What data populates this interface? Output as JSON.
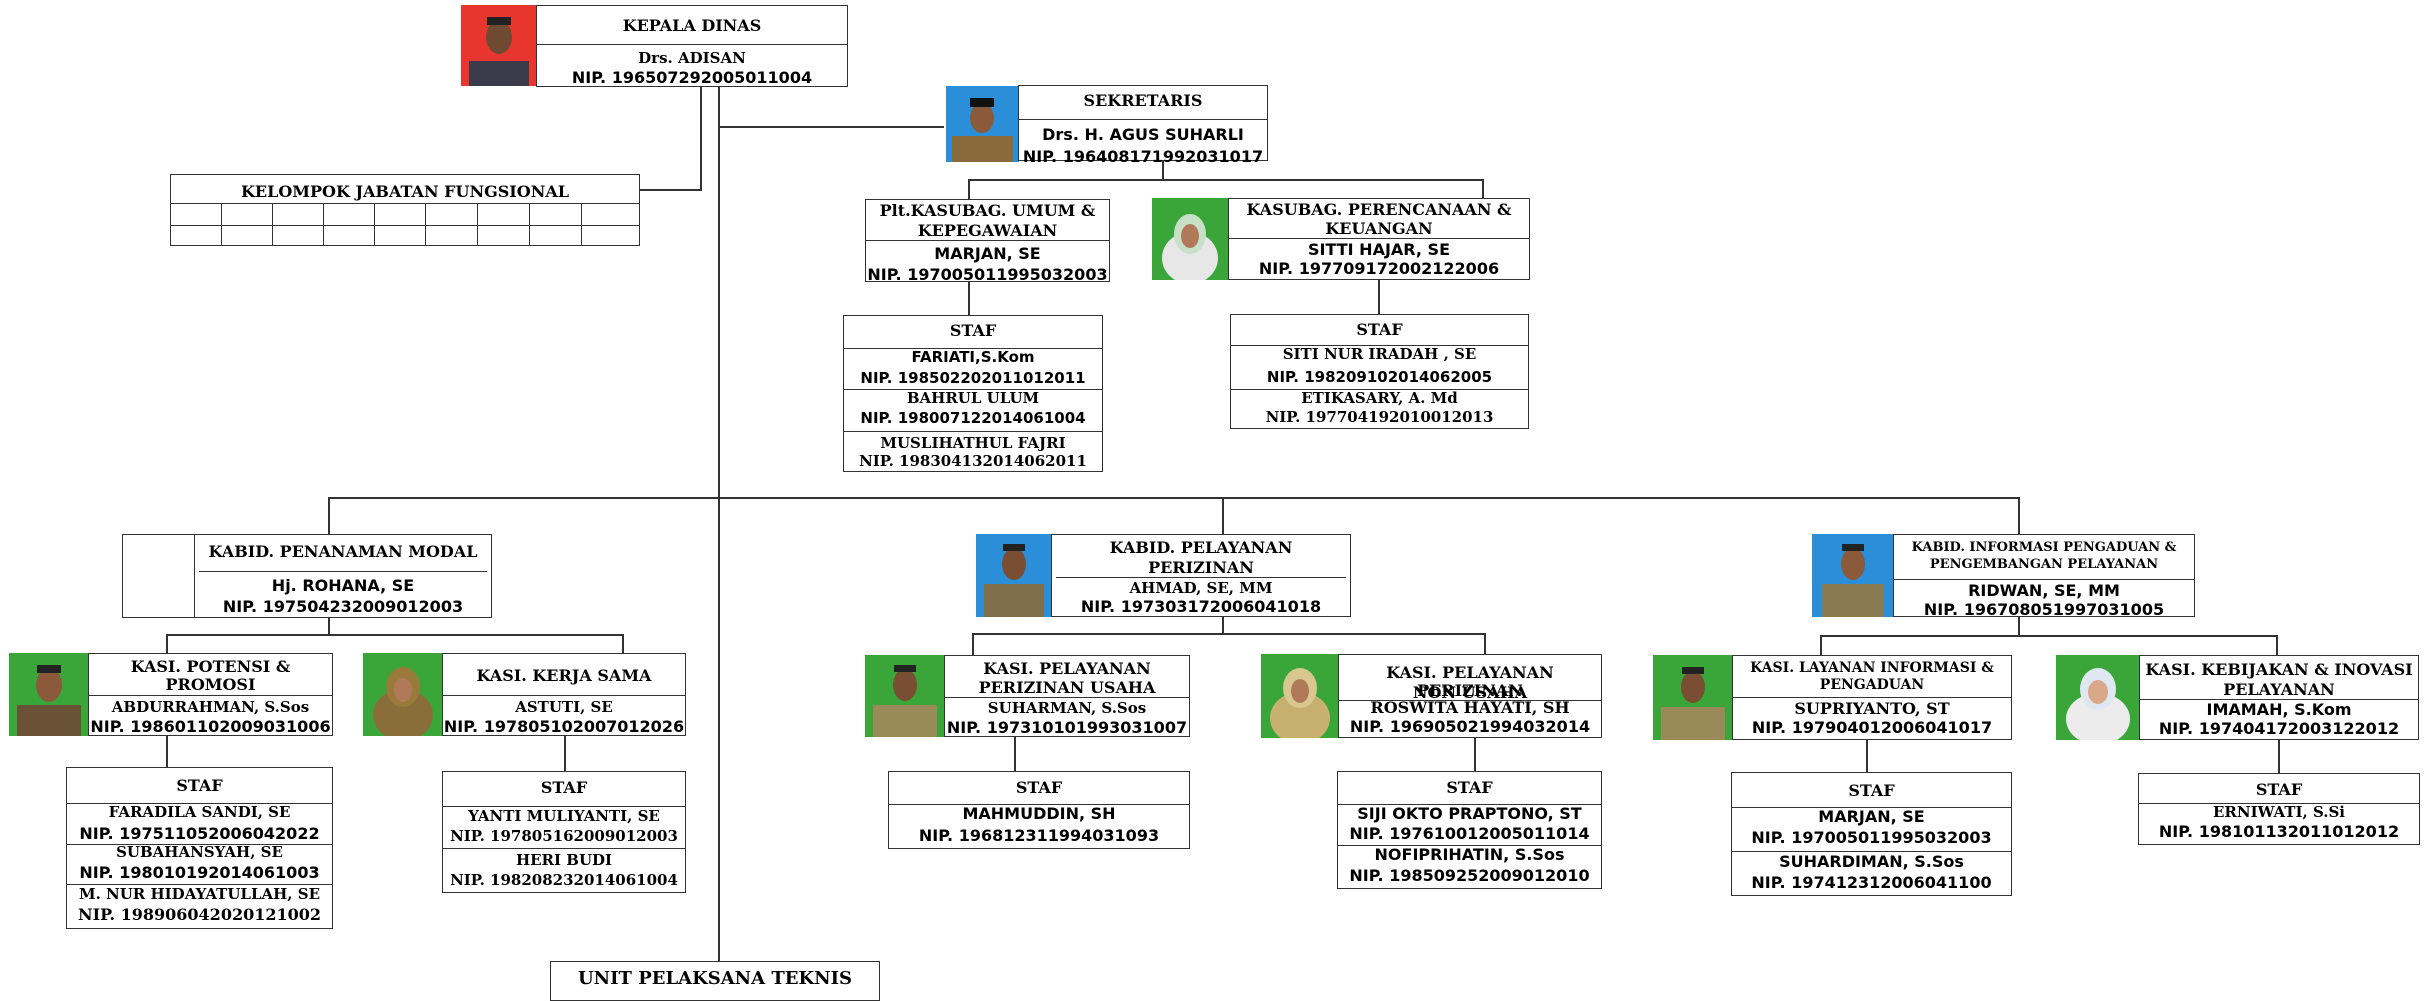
{
  "head": {
    "title": "KEPALA DINAS",
    "name": "Drs. ADISAN",
    "nip": "NIP. 196507292005011004"
  },
  "secretary": {
    "title": "SEKRETARIS",
    "name": "Drs. H. AGUS SUHARLI",
    "nip": "NIP. 196408171992031017"
  },
  "functional": {
    "title": "KELOMPOK JABATAN FUNGSIONAL"
  },
  "umum": {
    "title1": "Plt.KASUBAG. UMUM &",
    "title2": "KEPEGAWAIAN",
    "name": "MARJAN, SE",
    "nip": "NIP. 197005011995032003"
  },
  "umum_staff": {
    "title": "STAF",
    "members": [
      {
        "name": "FARIATI,S.Kom",
        "nip": "NIP. 198502202011012011"
      },
      {
        "name": "BAHRUL ULUM",
        "nip": "NIP. 198007122014061004"
      },
      {
        "name": "MUSLIHATHUL FAJRI",
        "nip": "NIP. 198304132014062011"
      }
    ]
  },
  "perencanaan": {
    "title1": "KASUBAG. PERENCANAAN &",
    "title2": "KEUANGAN",
    "name": "SITTI HAJAR, SE",
    "nip": "NIP. 197709172002122006"
  },
  "perencanaan_staff": {
    "title": "STAF",
    "members": [
      {
        "name": "SITI NUR IRADAH , SE",
        "nip": "NIP. 198209102014062005"
      },
      {
        "name": "ETIKASARY, A. Md",
        "nip": "NIP. 197704192010012013"
      }
    ]
  },
  "modal": {
    "title": "KABID. PENANAMAN MODAL",
    "name": "Hj. ROHANA, SE",
    "nip": "NIP. 197504232009012003"
  },
  "pelayanan": {
    "title1": "KABID. PELAYANAN",
    "title2": "PERIZINAN",
    "name": "AHMAD, SE, MM",
    "nip": "NIP. 197303172006041018"
  },
  "informasi": {
    "title1": "KABID. INFORMASI PENGADUAN &",
    "title2": "PENGEMBANGAN PELAYANAN",
    "name": "RIDWAN, SE, MM",
    "nip": "NIP. 196708051997031005"
  },
  "potensi": {
    "title1": "KASI. POTENSI &",
    "title2": "PROMOSI",
    "name": "ABDURRAHMAN, S.Sos",
    "nip": "NIP. 198601102009031006"
  },
  "kerjasama": {
    "title": "KASI. KERJA SAMA",
    "name": "ASTUTI, SE",
    "nip": "NIP. 197805102007012026"
  },
  "usaha": {
    "title1": "KASI. PELAYANAN",
    "title2": "PERIZINAN USAHA",
    "name": "SUHARMAN, S.Sos",
    "nip": "NIP. 197310101993031007"
  },
  "nonusaha": {
    "title1": "KASI. PELAYANAN PERIZINAN",
    "title2": "NON USAHA",
    "name": "ROSWITA HAYATI, SH",
    "nip": "NIP. 196905021994032014"
  },
  "layanan_info": {
    "title1": "KASI. LAYANAN INFORMASI &",
    "title2": "PENGADUAN",
    "name": "SUPRIYANTO, ST",
    "nip": "NIP. 197904012006041017"
  },
  "inovasi": {
    "title1": "KASI. KEBIJAKAN & INOVASI",
    "title2": "PELAYANAN",
    "name": "IMAMAH, S.Kom",
    "nip": "NIP. 197404172003122012"
  },
  "potensi_staff": {
    "title": "STAF",
    "members": [
      {
        "name": "FARADILA SANDI, SE",
        "nip": "NIP. 197511052006042022"
      },
      {
        "name": "SUBAHANSYAH, SE",
        "nip": "NIP. 198010192014061003"
      },
      {
        "name": "M. NUR HIDAYATULLAH, SE",
        "nip": "NIP. 198906042020121002"
      }
    ]
  },
  "kerjasama_staff": {
    "title": "STAF",
    "members": [
      {
        "name": "YANTI MULIYANTI, SE",
        "nip": "NIP. 197805162009012003"
      },
      {
        "name": "HERI BUDI",
        "nip": "NIP. 198208232014061004"
      }
    ]
  },
  "usaha_staff": {
    "title": "STAF",
    "members": [
      {
        "name": "MAHMUDDIN, SH",
        "nip": "NIP. 196812311994031093"
      }
    ]
  },
  "nonusaha_staff": {
    "title": "STAF",
    "members": [
      {
        "name": "SIJI OKTO PRAPTONO, ST",
        "nip": "NIP. 197610012005011014"
      },
      {
        "name": "NOFIPRIHATIN, S.Sos",
        "nip": "NIP. 198509252009012010"
      }
    ]
  },
  "layanan_staff": {
    "title": "STAF",
    "members": [
      {
        "name": "MARJAN, SE",
        "nip": "NIP. 197005011995032003"
      },
      {
        "name": "SUHARDIMAN, S.Sos",
        "nip": "NIP. 197412312006041100"
      }
    ]
  },
  "inovasi_staff": {
    "title": "STAF",
    "members": [
      {
        "name": "ERNIWATI, S.Si",
        "nip": "NIP. 198101132011012012"
      }
    ]
  },
  "uptd": {
    "title": "UNIT PELAKSANA TEKNIS"
  },
  "colors": {
    "photo_red": "#e8352e",
    "photo_blue": "#2a8fd8",
    "photo_green": "#3aa63a",
    "line": "#333333"
  }
}
